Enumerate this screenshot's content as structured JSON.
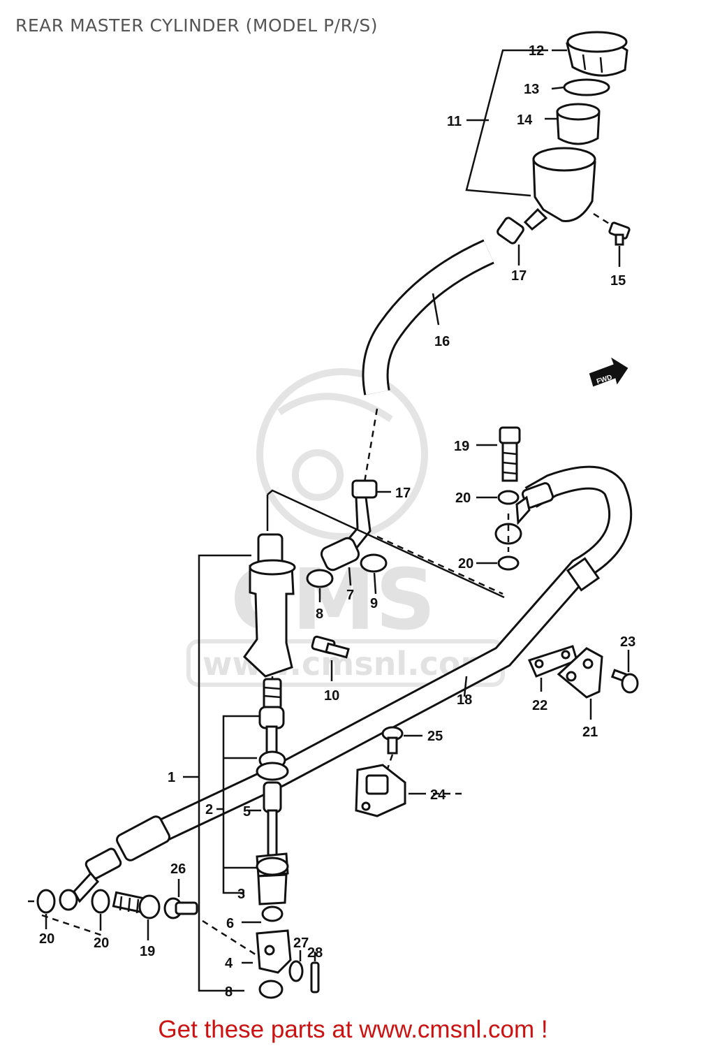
{
  "header": {
    "title": "REAR MASTER CYLINDER (MODEL P/R/S)"
  },
  "watermark": {
    "brand": "CMS",
    "url": "www.cmsnl.com"
  },
  "direction_tag": "FWD",
  "labels": {
    "p1": "1",
    "p2": "2",
    "p3": "3",
    "p4": "4",
    "p5": "5",
    "p6": "6",
    "p7": "7",
    "p8": "8",
    "p8b": "8",
    "p9": "9",
    "p10": "10",
    "p11": "11",
    "p12": "12",
    "p13": "13",
    "p14": "14",
    "p15": "15",
    "p16": "16",
    "p17a": "17",
    "p17b": "17",
    "p18": "18",
    "p19a": "19",
    "p19b": "19",
    "p20a": "20",
    "p20b": "20",
    "p20c": "20",
    "p20d": "20",
    "p21": "21",
    "p22": "22",
    "p23": "23",
    "p24": "24",
    "p25": "25",
    "p26": "26",
    "p27": "27",
    "p28": "28"
  },
  "footer": {
    "cta": "Get these parts at www.cmsnl.com !"
  }
}
